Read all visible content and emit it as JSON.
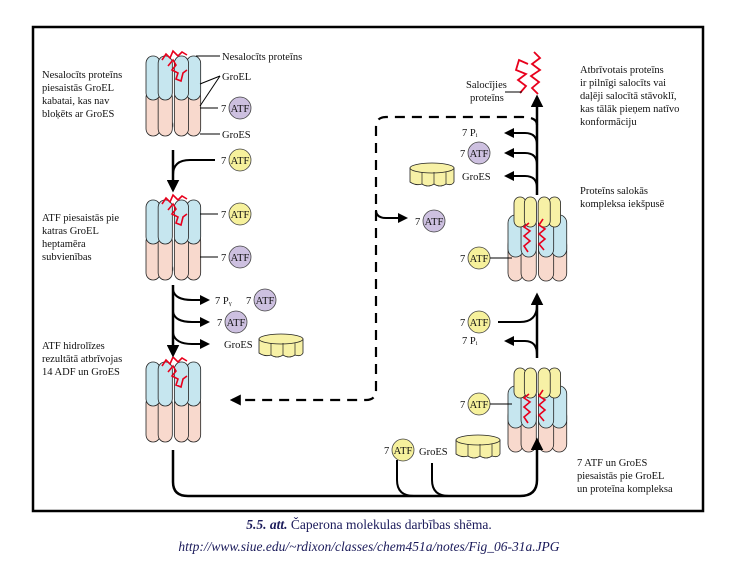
{
  "figure": {
    "title": "Chaperone (GroEL/GroES) reaction cycle",
    "caption_number": "5.5. att.",
    "caption_text": "Čaperona molekulas darbības shēma.",
    "source_url": "http://www.siue.edu/~rdixon/classes/chem451a/notes/Fig_06-31a.JPG"
  },
  "colors": {
    "groel_top": "#c6e6ef",
    "groel_bottom": "#f8d9cd",
    "groes": "#f7f1a6",
    "atp_yellow": "#f6f19c",
    "adp_purple": "#cdc0e0",
    "protein": "#e8001c",
    "line": "#000000"
  },
  "labels": {
    "unfolded_protein": "Nesalocīts proteīns",
    "groel": "GroEL",
    "groes": "GroES",
    "folded_protein_l1": "Salocījies",
    "folded_protein_l2": "proteīns",
    "atp_count": "7",
    "atp": "ATF",
    "pi_top_right": "7 Pᵢ",
    "pi_mid_right": "7 Pᵢ",
    "pi_left": "7 Pᵧ",
    "groes_left": "GroES",
    "groes_right": "GroES",
    "groes_bottom": "GroES"
  },
  "descriptions": {
    "step1": [
      "Nesalocīts proteīns",
      "piesaistās GroEL",
      "kabatai, kas nav",
      "bloķēts ar GroES"
    ],
    "step2": [
      "ATF piesaistās pie",
      "katras GroEL",
      "heptamēra",
      "subvienības"
    ],
    "step3": [
      "ATF hidrolīzes",
      "rezultātā atbrīvojas",
      "14 ADF un GroES"
    ],
    "step4": [
      "7 ATF un GroES",
      "piesaistās pie GroEL",
      "un proteīna kompleksa"
    ],
    "step5": [
      "Proteīns salokās",
      "kompleksa iekšpusē"
    ],
    "step6": [
      "Atbrīvotais proteīns",
      "ir pilnīgi salocīts vai",
      "daļēji salocītā stāvoklī,",
      "kas tālāk pieņem natīvo",
      "konformāciju"
    ]
  }
}
